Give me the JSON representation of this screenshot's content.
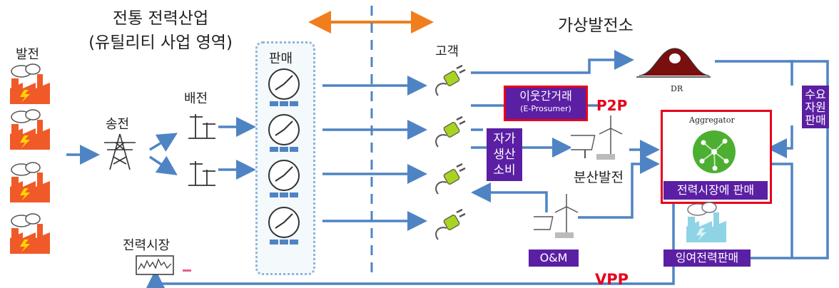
{
  "left_title": {
    "line1": "전통 전력산업",
    "line2": "(유틸리티 사업 영역)"
  },
  "right_title": "가상발전소",
  "labels": {
    "generation": "발전",
    "transmission": "송전",
    "distribution": "배전",
    "sales": "판매",
    "customer": "고객",
    "power_market": "전력시장",
    "distributed_gen": "분산발전",
    "dr": "DR",
    "aggregator": "Aggregator",
    "p2p": "P2P",
    "vpp": "VPP"
  },
  "boxes": {
    "neighbor_trade_line1": "이웃간거래",
    "neighbor_trade_line2": "(E-Prosumer)",
    "self_gen_line1": "자가",
    "self_gen_line2": "생산",
    "self_gen_line3": "소비",
    "market_sale": "전력시장에 판매",
    "om": "O&M",
    "surplus_sale": "잉여전력판매",
    "demand_line1": "수요",
    "demand_line2": "자원",
    "demand_line3": "판매"
  },
  "colors": {
    "arrow_blue": "#4f84c4",
    "orange": "#f07e1e",
    "purple": "#5b1fa3",
    "red": "#e8001a",
    "factory": "#f05a28"
  }
}
